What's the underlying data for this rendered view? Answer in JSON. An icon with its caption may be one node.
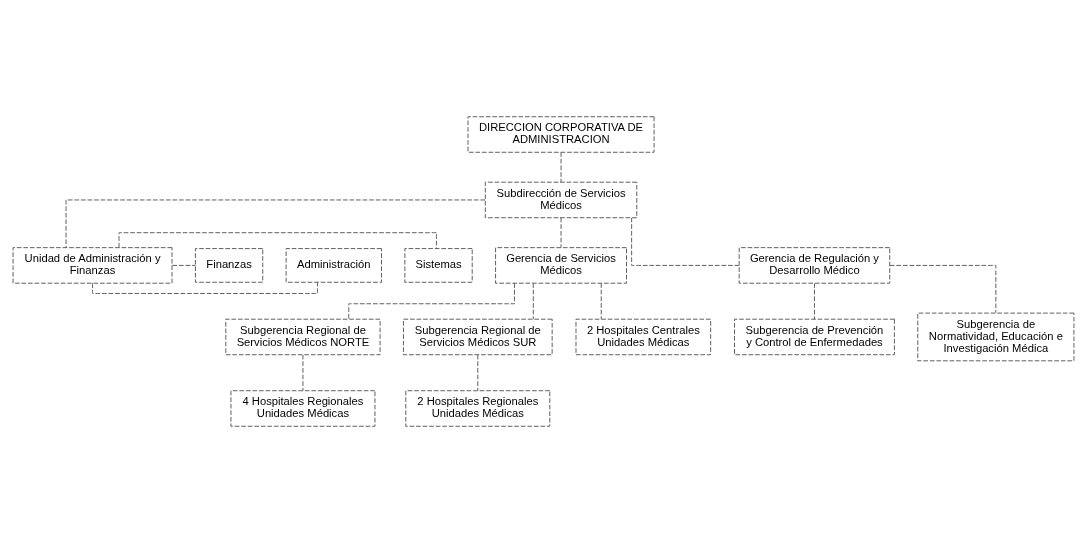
{
  "diagram": {
    "nodes": [
      {
        "text": [
          "DIRECCION CORPORATIVA DE ADMINISTRACION"
        ]
      },
      {
        "text": [
          "Subdirección de Servicios Médicos"
        ]
      },
      {
        "text": [
          "Unidad de Administración y Finanzas"
        ]
      },
      {
        "text": [
          "Sistemas"
        ]
      },
      {
        "text": [
          "Administración"
        ]
      },
      {
        "text": [
          "Finanzas"
        ]
      },
      {
        "text": [
          "Gerencia de Servicios Médicos"
        ]
      },
      {
        "text": [
          "Gerencia de Regulación y Desarrollo Médico"
        ]
      },
      {
        "text": [
          "Subgerencia Regional de Servicios Médicos NORTE"
        ]
      },
      {
        "text": [
          "Subgerencia Regional de Servicios Médicos SUR"
        ]
      },
      {
        "text": [
          "Subgerencia de Prevención y Control de Enfermedades"
        ]
      },
      {
        "text": [
          "Subgerencia de Normatividad, Educación e Investigación Médica"
        ]
      },
      {
        "text": [
          "4 Hospitales Regionales Unidades Médicas"
        ]
      },
      {
        "text": [
          "2 Hospitales Centrales Unidades Médicas"
        ]
      },
      {
        "text": [
          "2 Hospitales Regionales Unidades Médicas"
        ]
      }
    ],
    "edges": [
      {
        "from": 0,
        "to": 1,
        "arrow": "none",
        "style": "dashed"
      },
      {
        "from": 1,
        "to": 2,
        "arrow": "none",
        "style": "dashed"
      },
      {
        "from": 2,
        "to": 3,
        "arrow": "none",
        "style": "dashed"
      },
      {
        "from": 2,
        "to": 4,
        "arrow": "none",
        "style": "dashed"
      },
      {
        "from": 2,
        "to": 5,
        "arrow": "none",
        "style": "dashed"
      },
      {
        "from": 1,
        "to": 6,
        "arrow": "none",
        "style": "dashed"
      },
      {
        "from": 1,
        "to": 7,
        "arrow": "none",
        "style": "dashed"
      },
      {
        "from": 6,
        "to": 8,
        "arrow": "none",
        "style": "dashed"
      },
      {
        "from": 6,
        "to": 9,
        "arrow": "none",
        "style": "dashed"
      },
      {
        "from": 6,
        "to": 13,
        "arrow": "none",
        "style": "dashed"
      },
      {
        "from": 7,
        "to": 10,
        "arrow": "none",
        "style": "dashed"
      },
      {
        "from": 7,
        "to": 11,
        "arrow": "none",
        "style": "dashed"
      },
      {
        "from": 8,
        "to": 12,
        "arrow": "none",
        "style": "dashed"
      },
      {
        "from": 9,
        "to": 14,
        "arrow": "none",
        "style": "dashed"
      }
    ]
  }
}
